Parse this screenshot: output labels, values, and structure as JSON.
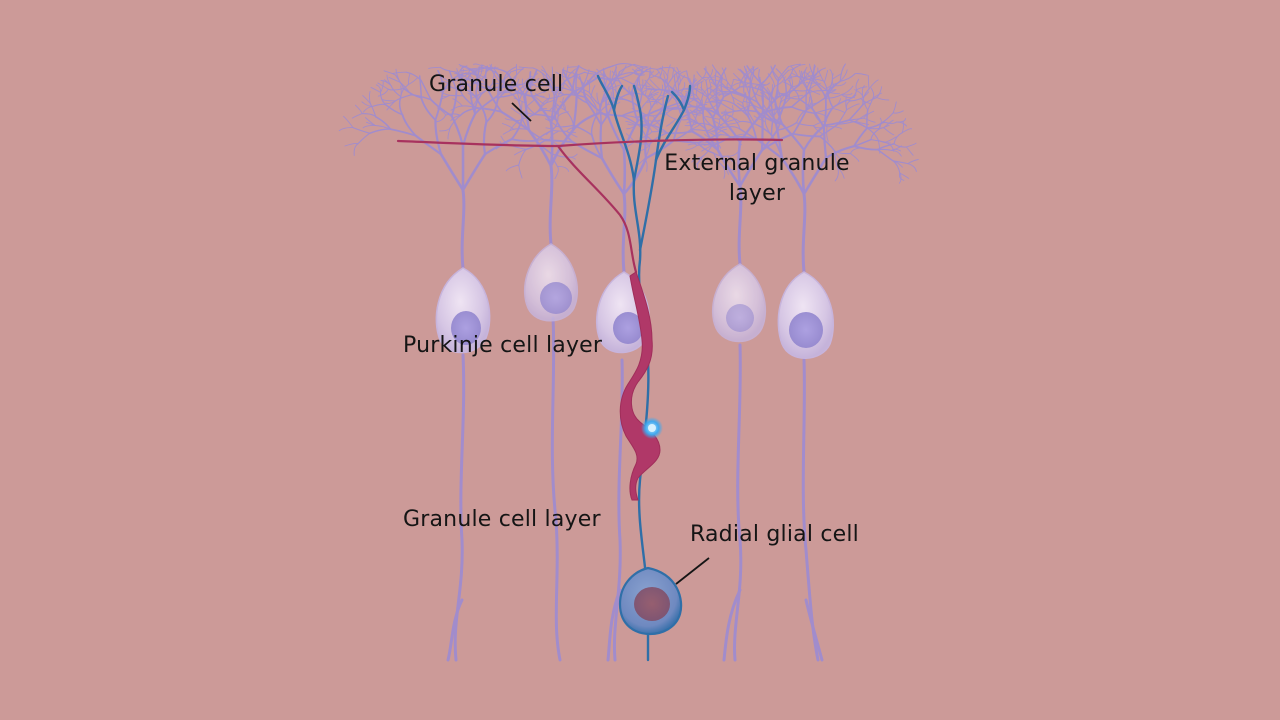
{
  "labels": {
    "granule_cell": "Granule cell",
    "external_granule_layer_line1": "External granule",
    "external_granule_layer_line2": "layer",
    "purkinje_cell_layer": "Purkinje cell layer",
    "granule_cell_layer": "Granule cell layer",
    "radial_glial_cell": "Radial glial cell"
  },
  "colors": {
    "background": "#cc9a98",
    "purkinje_dendrite": "#9a8ad6",
    "purkinje_soma": "#d9c8e6",
    "purkinje_nucleus": "#9a8cd6",
    "granule_axon": "#a8325e",
    "migrating_neuron": "#b03868",
    "radial_glia": "#2f6fa8",
    "radial_glia_nucleus": "#8a4a5a",
    "text": "#151515"
  }
}
